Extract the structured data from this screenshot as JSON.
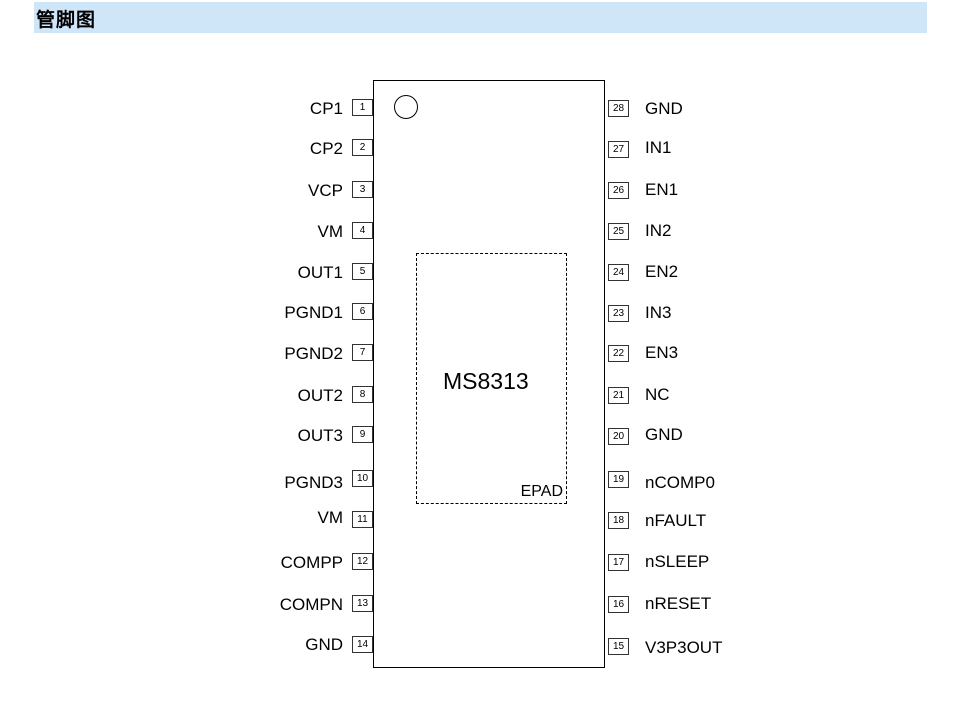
{
  "header": {
    "title": "管脚图"
  },
  "chip": {
    "name": "MS8313",
    "epad_label": "EPAD"
  },
  "pins_left": [
    {
      "num": "1",
      "name": "CP1"
    },
    {
      "num": "2",
      "name": "CP2"
    },
    {
      "num": "3",
      "name": "VCP"
    },
    {
      "num": "4",
      "name": "VM"
    },
    {
      "num": "5",
      "name": "OUT1"
    },
    {
      "num": "6",
      "name": "PGND1"
    },
    {
      "num": "7",
      "name": "PGND2"
    },
    {
      "num": "8",
      "name": "OUT2"
    },
    {
      "num": "9",
      "name": "OUT3"
    },
    {
      "num": "10",
      "name": "PGND3"
    },
    {
      "num": "11",
      "name": "VM"
    },
    {
      "num": "12",
      "name": "COMPP"
    },
    {
      "num": "13",
      "name": "COMPN"
    },
    {
      "num": "14",
      "name": "GND"
    }
  ],
  "pins_right": [
    {
      "num": "28",
      "name": "GND"
    },
    {
      "num": "27",
      "name": "IN1"
    },
    {
      "num": "26",
      "name": "EN1"
    },
    {
      "num": "25",
      "name": "IN2"
    },
    {
      "num": "24",
      "name": "EN2"
    },
    {
      "num": "23",
      "name": "IN3"
    },
    {
      "num": "22",
      "name": "EN3"
    },
    {
      "num": "21",
      "name": "NC"
    },
    {
      "num": "20",
      "name": "GND"
    },
    {
      "num": "19",
      "name": "nCOMP0"
    },
    {
      "num": "18",
      "name": "nFAULT"
    },
    {
      "num": "17",
      "name": "nSLEEP"
    },
    {
      "num": "16",
      "name": "nRESET"
    },
    {
      "num": "15",
      "name": "V3P3OUT"
    }
  ]
}
